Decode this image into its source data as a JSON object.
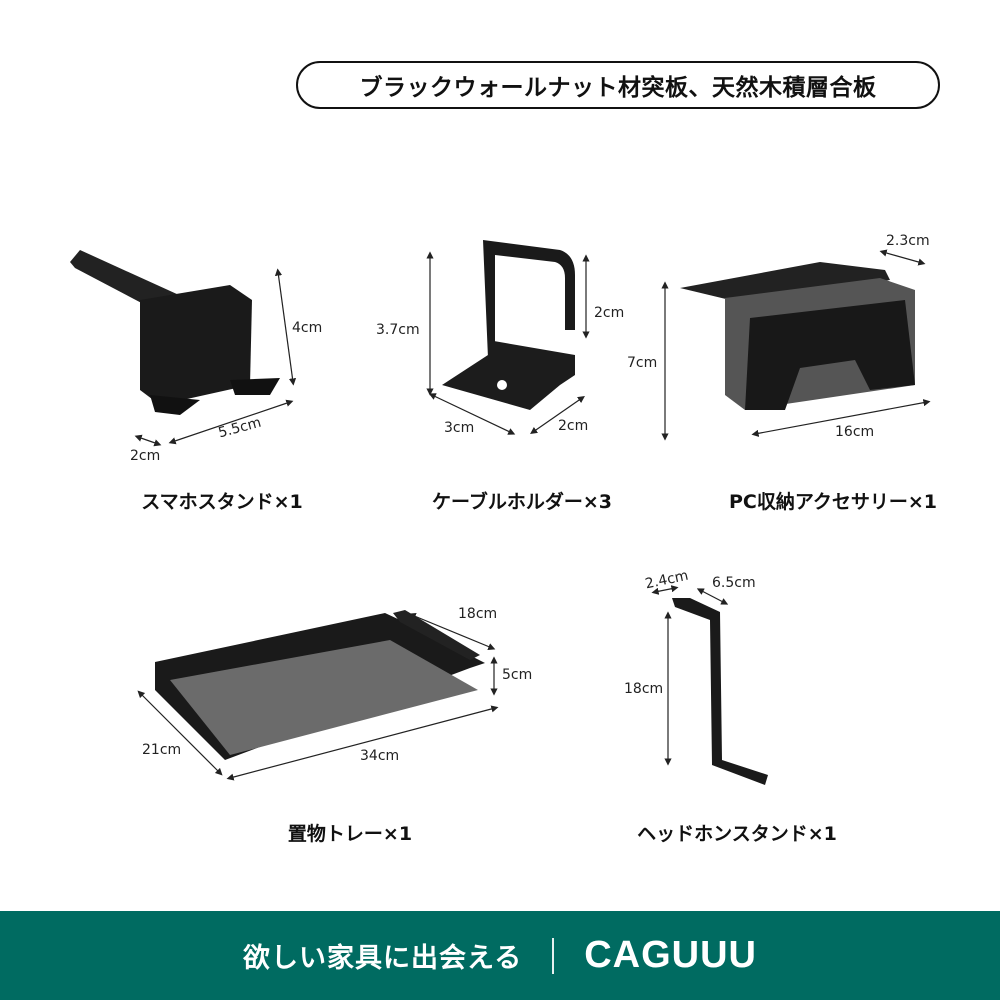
{
  "header": {
    "material": "ブラックウォールナット材突板、天然木積層合板"
  },
  "products": [
    {
      "name": "スマホスタンド×1",
      "dims": [
        "4cm",
        "5.5cm",
        "2cm"
      ]
    },
    {
      "name": "ケーブルホルダー×3",
      "dims": [
        "3.7cm",
        "2cm",
        "3cm",
        "2cm"
      ]
    },
    {
      "name": "PC収納アクセサリー×1",
      "dims": [
        "2.3cm",
        "7cm",
        "16cm"
      ]
    },
    {
      "name": "置物トレー×1",
      "dims": [
        "18cm",
        "5cm",
        "21cm",
        "34cm"
      ]
    },
    {
      "name": "ヘッドホンスタンド×1",
      "dims": [
        "2.4cm",
        "6.5cm",
        "18cm"
      ]
    }
  ],
  "footer": {
    "slogan": "欲しい家具に出会える",
    "brand": "CAGUUU",
    "color": "#006b61"
  }
}
